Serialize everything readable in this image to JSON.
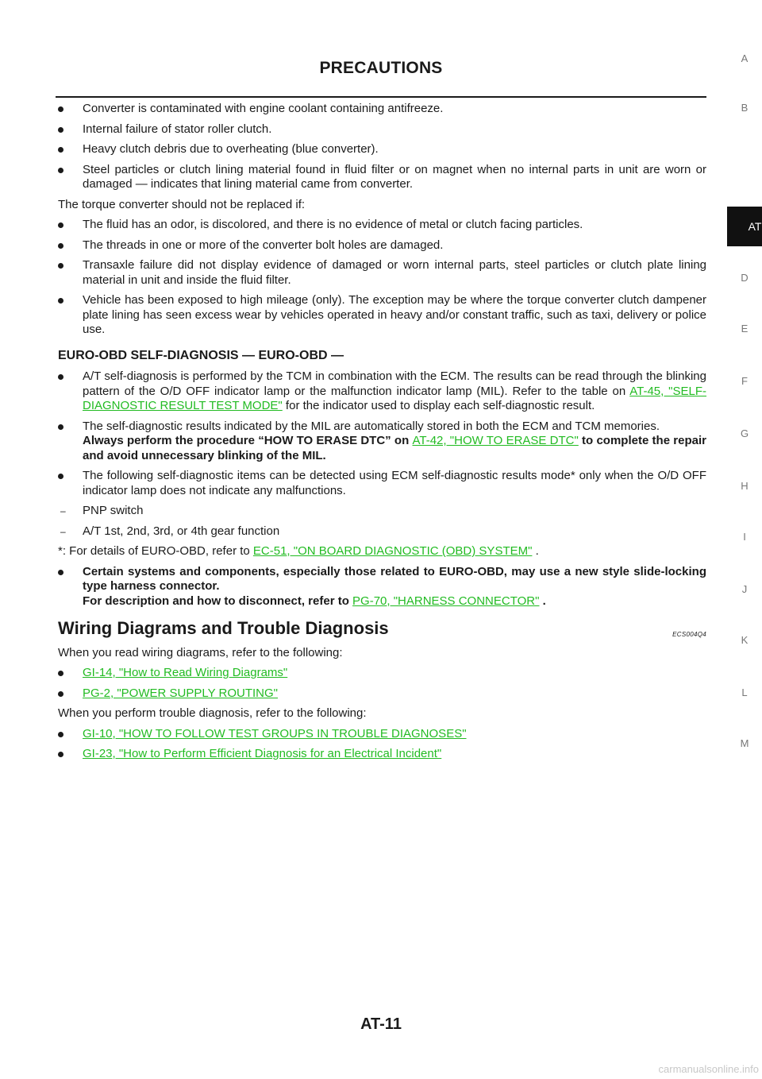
{
  "header": {
    "title": "PRECAUTIONS"
  },
  "side_index": [
    "A",
    "B",
    "AT",
    "D",
    "E",
    "F",
    "G",
    "H",
    "I",
    "J",
    "K",
    "L",
    "M"
  ],
  "active_tab": "AT",
  "section1": {
    "bullets_a": [
      "Converter is contaminated with engine coolant containing antifreeze.",
      "Internal failure of stator roller clutch.",
      "Heavy clutch debris due to overheating (blue converter).",
      "Steel particles or clutch lining material found in fluid filter or on magnet when no internal parts in unit are worn or damaged — indicates that lining material came from converter."
    ],
    "not_replaced": "The torque converter should not be replaced if:",
    "bullets_b": [
      "The fluid has an odor, is discolored, and there is no evidence of metal or clutch facing particles.",
      "The threads in one or more of the converter bolt holes are damaged.",
      "Transaxle failure did not display evidence of damaged or worn internal parts, steel particles or clutch plate lining material in unit and inside the fluid filter.",
      "Vehicle has been exposed to high mileage (only). The exception may be where the torque converter clutch dampener plate lining has seen excess wear by vehicles operated in heavy and/or constant traffic, such as taxi, delivery or police use."
    ]
  },
  "euro": {
    "heading": "EURO-OBD SELF-DIAGNOSIS — EURO-OBD —",
    "b1_text": "A/T self-diagnosis is performed by the TCM in combination with the ECM. The results can be read through the blinking pattern of the O/D OFF indicator lamp or the malfunction indicator lamp (MIL). Refer to the table on ",
    "b1_link": "AT-45, \"SELF-DIAGNOSTIC RESULT TEST MODE\"",
    "b1_tail": " for the indicator used to display each self-diagnostic result.",
    "b2_text": "The self-diagnostic results indicated by the MIL are automatically stored in both the ECM and TCM memories.",
    "b2_bold": "Always perform the procedure “HOW TO ERASE DTC” on ",
    "b2_link": "AT-42, \"HOW TO ERASE DTC\"",
    "b2_tail": " to complete the repair and avoid unnecessary blinking of the MIL.",
    "b3_text": "The following self-diagnostic items can be detected using ECM self-diagnostic results mode* only when the O/D OFF indicator lamp does not indicate any malfunctions.",
    "dashes": [
      "PNP switch",
      "A/T 1st, 2nd, 3rd, or 4th gear function"
    ],
    "note_text": "*: For details of EURO-OBD, refer to ",
    "note_link": "EC-51, \"ON BOARD DIAGNOSTIC (OBD) SYSTEM\"",
    "note_tail": " .",
    "b4_bold": "Certain systems and components, especially those related to EURO-OBD, may use a new style slide-locking type harness connector.",
    "b4_bold2": "For description and how to disconnect, refer to ",
    "b4_link": "PG-70, \"HARNESS CONNECTOR\"",
    "b4_tail": " ."
  },
  "wiring": {
    "heading": "Wiring Diagrams and Trouble Diagnosis",
    "code": "ECS004Q4",
    "intro1": "When you read wiring diagrams, refer to the following:",
    "links1": [
      "GI-14, \"How to Read Wiring Diagrams\"",
      "PG-2, \"POWER SUPPLY ROUTING\""
    ],
    "intro2": "When you perform trouble diagnosis, refer to the following:",
    "links2": [
      "GI-10, \"HOW TO FOLLOW TEST GROUPS IN TROUBLE DIAGNOSES\"",
      "GI-23, \"How to Perform Efficient Diagnosis for an Electrical Incident\""
    ]
  },
  "footer": {
    "page_number": "AT-11",
    "watermark": "carmanualsonline.info"
  }
}
